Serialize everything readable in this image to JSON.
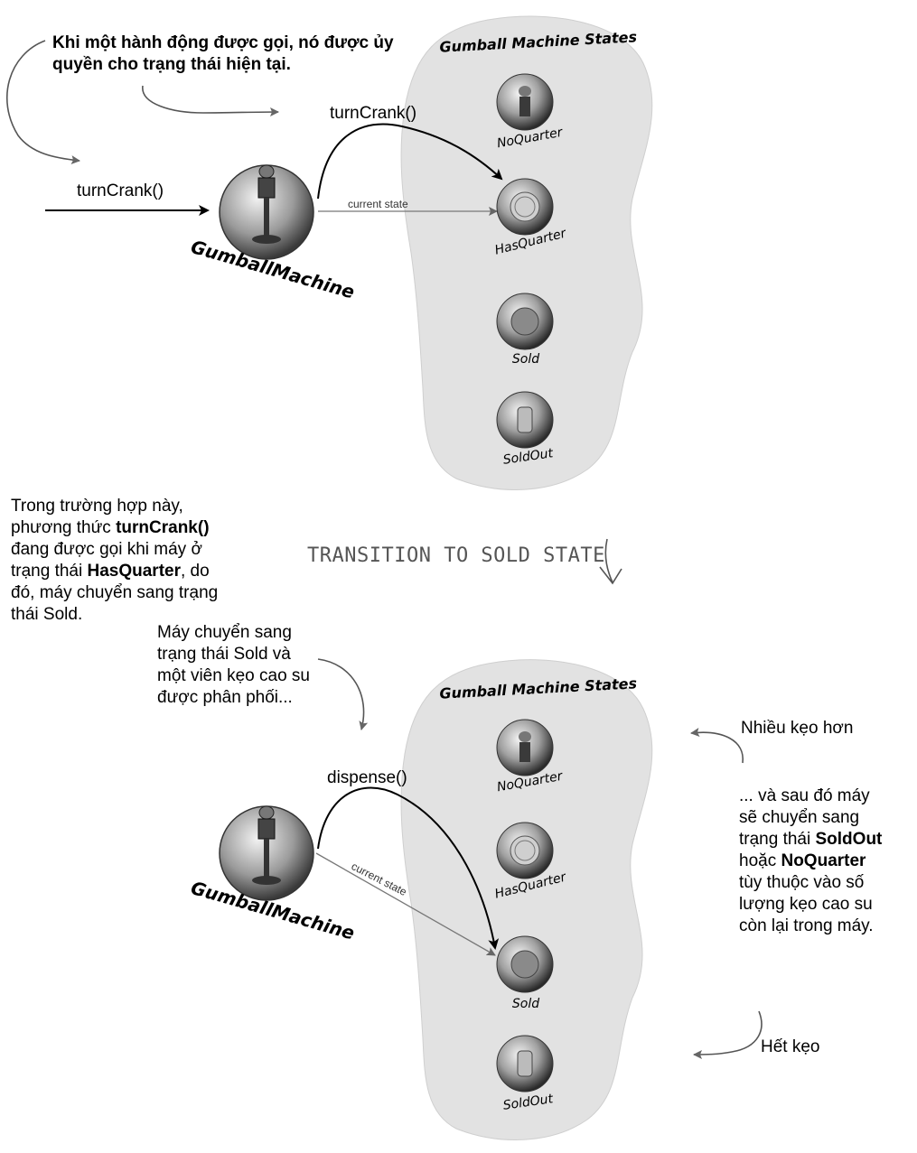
{
  "top": {
    "callout": "Khi một hành động được gọi, nó được ủy quyền cho trạng thái hiện tại.",
    "turncrank_in": "turnCrank()",
    "turncrank_arrow": "turnCrank()",
    "current_state": "current state",
    "machine_label": "GumballMachine",
    "states_title": "Gumball Machine States",
    "states": [
      "NoQuarter",
      "HasQuarter",
      "Sold",
      "SoldOut"
    ]
  },
  "middle": {
    "explain": [
      {
        "t": "Trong trường hợp này, phương thức "
      },
      {
        "t": "turnCrank()",
        "b": true
      },
      {
        "t": " đang được gọi khi máy ở trạng thái "
      },
      {
        "t": "HasQuarter",
        "b": true
      },
      {
        "t": ", do đó, máy chuyển sang trạng thái Sold."
      }
    ],
    "transition": "TRANSITION TO SOLD STATE"
  },
  "bottom": {
    "callout": "Máy chuyển sang trạng thái Sold và một viên kẹo cao su được phân phối...",
    "dispense": "dispense()",
    "current_state": "current state",
    "machine_label": "GumballMachine",
    "states_title": "Gumball Machine States",
    "states": [
      "NoQuarter",
      "HasQuarter",
      "Sold",
      "SoldOut"
    ],
    "more": "Nhiều kẹo hơn",
    "then": [
      {
        "t": "... và sau đó máy sẽ chuyển sang trạng thái "
      },
      {
        "t": "SoldOut",
        "b": true
      },
      {
        "t": " hoặc "
      },
      {
        "t": "NoQuarter",
        "b": true
      },
      {
        "t": " tùy thuộc vào số lượng kẹo cao su còn lại trong máy."
      }
    ],
    "out": "Hết kẹo"
  },
  "colors": {
    "blob": "#e2e2e2",
    "blob_edge": "#c8c8c8",
    "arrow": "#000000",
    "hand_arrow": "#555555",
    "current_line": "#777777"
  }
}
